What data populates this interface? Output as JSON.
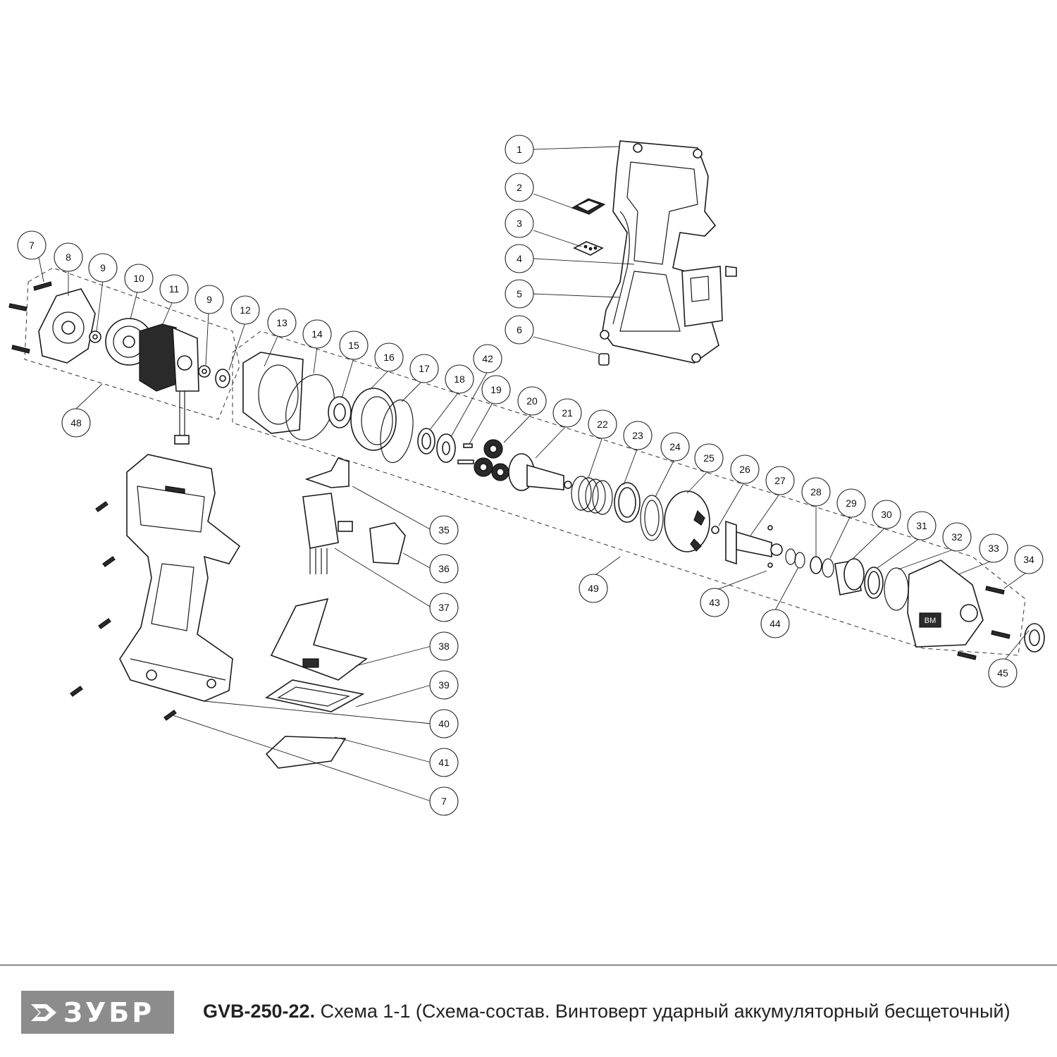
{
  "diagram": {
    "callouts": [
      {
        "id": "c1",
        "label": "1"
      },
      {
        "id": "c2",
        "label": "2"
      },
      {
        "id": "c3",
        "label": "3"
      },
      {
        "id": "c4",
        "label": "4"
      },
      {
        "id": "c5",
        "label": "5"
      },
      {
        "id": "c6",
        "label": "6"
      },
      {
        "id": "c7a",
        "label": "7"
      },
      {
        "id": "c8",
        "label": "8"
      },
      {
        "id": "c9a",
        "label": "9"
      },
      {
        "id": "c10",
        "label": "10"
      },
      {
        "id": "c11",
        "label": "11"
      },
      {
        "id": "c9b",
        "label": "9"
      },
      {
        "id": "c12",
        "label": "12"
      },
      {
        "id": "c13",
        "label": "13"
      },
      {
        "id": "c14",
        "label": "14"
      },
      {
        "id": "c15",
        "label": "15"
      },
      {
        "id": "c16",
        "label": "16"
      },
      {
        "id": "c17",
        "label": "17"
      },
      {
        "id": "c18",
        "label": "18"
      },
      {
        "id": "c42",
        "label": "42"
      },
      {
        "id": "c19",
        "label": "19"
      },
      {
        "id": "c20",
        "label": "20"
      },
      {
        "id": "c21",
        "label": "21"
      },
      {
        "id": "c22",
        "label": "22"
      },
      {
        "id": "c23",
        "label": "23"
      },
      {
        "id": "c24",
        "label": "24"
      },
      {
        "id": "c25",
        "label": "25"
      },
      {
        "id": "c26",
        "label": "26"
      },
      {
        "id": "c27",
        "label": "27"
      },
      {
        "id": "c28",
        "label": "28"
      },
      {
        "id": "c29",
        "label": "29"
      },
      {
        "id": "c30",
        "label": "30"
      },
      {
        "id": "c31",
        "label": "31"
      },
      {
        "id": "c32",
        "label": "32"
      },
      {
        "id": "c33",
        "label": "33"
      },
      {
        "id": "c34",
        "label": "34"
      },
      {
        "id": "c45",
        "label": "45"
      },
      {
        "id": "c48",
        "label": "48"
      },
      {
        "id": "c49",
        "label": "49"
      },
      {
        "id": "c43",
        "label": "43"
      },
      {
        "id": "c44",
        "label": "44"
      },
      {
        "id": "c35",
        "label": "35"
      },
      {
        "id": "c36",
        "label": "36"
      },
      {
        "id": "c37",
        "label": "37"
      },
      {
        "id": "c38",
        "label": "38"
      },
      {
        "id": "c39",
        "label": "39"
      },
      {
        "id": "c40",
        "label": "40"
      },
      {
        "id": "c41",
        "label": "41"
      },
      {
        "id": "c7b",
        "label": "7"
      }
    ],
    "nameplate_text": "BM"
  },
  "footer": {
    "brand": "ЗУБР",
    "model": "GVB-250-22.",
    "description": " Схема 1-1 (Схема-состав. Винтоверт ударный аккумуляторный бесщеточный)",
    "brand_color": "#8c8c8c"
  }
}
